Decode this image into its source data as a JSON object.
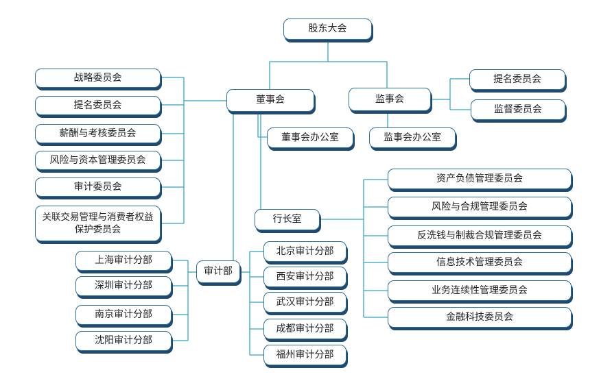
{
  "colors": {
    "connector": "#33a5c8",
    "box_border": "#2c6f9e",
    "box_shadow": "#1f4a6e"
  },
  "nodes": {
    "shareholders": "股东大会",
    "board": "董事会",
    "supervisory_board": "监事会",
    "board_office": "董事会办公室",
    "supervisory_office": "监事会办公室",
    "president_office": "行长室",
    "audit_dept": "审计部",
    "board_committees": [
      "战略委员会",
      "提名委员会",
      "薪酬与考核委员会",
      "风险与资本管理委员会",
      "审计委员会",
      "关联交易管理与消费者权益保护委员会"
    ],
    "supervisory_committees": [
      "提名委员会",
      "监督委员会"
    ],
    "management_committees": [
      "资产负债管理委员会",
      "风险与合规管理委员会",
      "反洗钱与制裁合规管理委员会",
      "信息技术管理委员会",
      "业务连续性管理委员会",
      "金融科技委员会"
    ],
    "audit_branches_left": [
      "上海审计分部",
      "深圳审计分部",
      "南京审计分部",
      "沈阳审计分部"
    ],
    "audit_branches_right": [
      "北京审计分部",
      "西安审计分部",
      "武汉审计分部",
      "成都审计分部",
      "福州审计分部"
    ]
  }
}
